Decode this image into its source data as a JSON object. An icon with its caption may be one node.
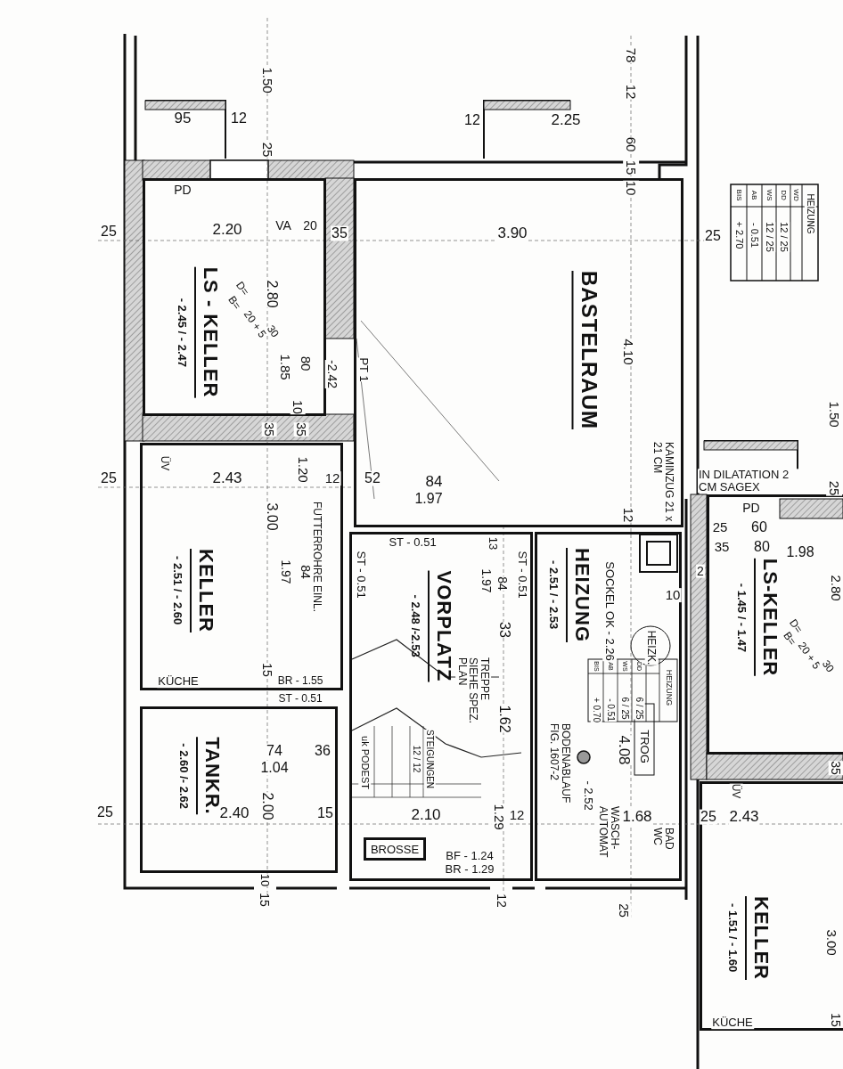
{
  "diagram": {
    "nodes": [
      {
        "text": [
          "LS - KELLER",
          "- 2.45 / - 2.47"
        ]
      },
      {
        "text": [
          "BASTELRAUM"
        ]
      },
      {
        "text": [
          "KELLER",
          "- 2.51 / - 2.60"
        ]
      },
      {
        "text": [
          "VORPLATZ",
          "- 2.48 /-2.53"
        ]
      },
      {
        "text": [
          "HEIZUNG",
          "- 2.51 / - 2.53"
        ]
      },
      {
        "text": [
          "TANKR.",
          "- 2.60 /- 2.62"
        ]
      },
      {
        "text": [
          "LS-KELLER",
          "- 1.45 / - 1.47"
        ]
      },
      {
        "text": [
          "KELLER",
          "- 1.51 / - 1.60"
        ]
      },
      {
        "text": [
          "BROSSE"
        ],
        "in": 3
      }
    ],
    "labels": [
      "1.50",
      "78",
      "95",
      "12",
      "12",
      "2.25",
      "12",
      "25",
      "60",
      "15",
      "10",
      "BIS",
      "AB",
      "WS",
      "DD",
      "WD",
      "HEIZUNG",
      "+ 2.70",
      "- 0.51",
      "12 / 25",
      "12 / 25",
      "PD",
      "25",
      "2.20",
      "VA",
      "20",
      "35",
      "3.90",
      "25",
      "2.80",
      "D=",
      "30",
      "B=",
      "20 + 5",
      "1.85",
      "80",
      "-2.42",
      "PT 1",
      "10",
      "35",
      "35",
      "4.10",
      "ÜV",
      "1.20",
      "KAMINZUG 21 x 21 CM",
      "IN DILATATION 2 CM SAGEX",
      "25",
      "2.43",
      "12",
      "52",
      "84",
      "1.97",
      "3.00",
      "FUTTERROHRE EINL.",
      "84",
      "1.97",
      "ST - 0.51",
      "12",
      "ST - 0.51",
      "13",
      "1.97",
      "84",
      "ST - 0.51",
      "SOCKEL OK - 2.26",
      "PD",
      "25",
      "60",
      "35",
      "80",
      "1.98",
      "2",
      "10",
      "2.80",
      "HEIZK.",
      "33",
      "TREPPE SIEHE SPEZ. PLAN",
      "1.62",
      "BIS",
      "AB",
      "WS",
      "DD",
      "HEIZUNG",
      "+ 0.70",
      "- 0.51",
      "6 / 25",
      "6 / 25",
      "D=",
      "B=",
      "20 + 5",
      "30",
      "4.08",
      "TROG",
      "BODENABLAUF FIG. 1607-2",
      "- 2.52",
      "KÜCHE",
      "15",
      "BR - 1.55",
      "ST - 0.51",
      "74",
      "1.04",
      "36",
      "uk PODEST",
      "12 / 12",
      "STEIGUNGEN",
      "25",
      "2.40",
      "2.00",
      "15",
      "2.10",
      "1.29",
      "12",
      "WASCH- AUTOMAT",
      "1.68",
      "BAD WC",
      "25",
      "2.43",
      "BF - 1.24",
      "BR - 1.29",
      "10",
      "15",
      "12",
      "25",
      "1.50",
      "25",
      "ÜV",
      "35",
      "3.00",
      "KÜCHE",
      "15"
    ]
  }
}
